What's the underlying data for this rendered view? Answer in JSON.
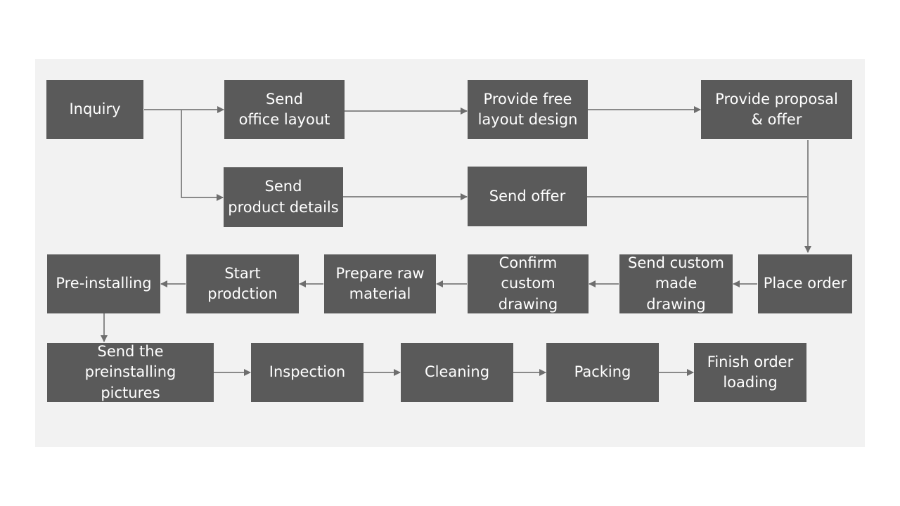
{
  "diagram": {
    "colors": {
      "node_fill": "#5a5a5a",
      "node_text": "#ffffff",
      "connector": "#7a7a7a",
      "background": "#f2f2f2"
    },
    "nodes": {
      "inquiry": "Inquiry",
      "send_office_layout": "Send\noffice layout",
      "provide_free_layout": "Provide free\nlayout design",
      "provide_proposal": "Provide proposal\n& offer",
      "send_product_details": "Send\nproduct details",
      "send_offer": "Send offer",
      "pre_installing": "Pre-installing",
      "start_production": "Start prodction",
      "prepare_raw_material": "Prepare raw\nmaterial",
      "confirm_custom_drawing": "Confirm custom\ndrawing",
      "send_custom_made_drawing": "Send custom\nmade drawing",
      "place_order": "Place order",
      "send_preinstalling_pictures": "Send the preinstalling\npictures",
      "inspection": "Inspection",
      "cleaning": "Cleaning",
      "packing": "Packing",
      "finish_order_loading": "Finish order\nloading"
    },
    "edges": [
      [
        "inquiry",
        "send_office_layout"
      ],
      [
        "inquiry",
        "send_product_details"
      ],
      [
        "send_office_layout",
        "provide_free_layout"
      ],
      [
        "provide_free_layout",
        "provide_proposal"
      ],
      [
        "send_product_details",
        "send_offer"
      ],
      [
        "provide_proposal",
        "place_order"
      ],
      [
        "send_offer",
        "place_order"
      ],
      [
        "place_order",
        "send_custom_made_drawing"
      ],
      [
        "send_custom_made_drawing",
        "confirm_custom_drawing"
      ],
      [
        "confirm_custom_drawing",
        "prepare_raw_material"
      ],
      [
        "prepare_raw_material",
        "start_production"
      ],
      [
        "start_production",
        "pre_installing"
      ],
      [
        "pre_installing",
        "send_preinstalling_pictures"
      ],
      [
        "send_preinstalling_pictures",
        "inspection"
      ],
      [
        "inspection",
        "cleaning"
      ],
      [
        "cleaning",
        "packing"
      ],
      [
        "packing",
        "finish_order_loading"
      ]
    ]
  }
}
